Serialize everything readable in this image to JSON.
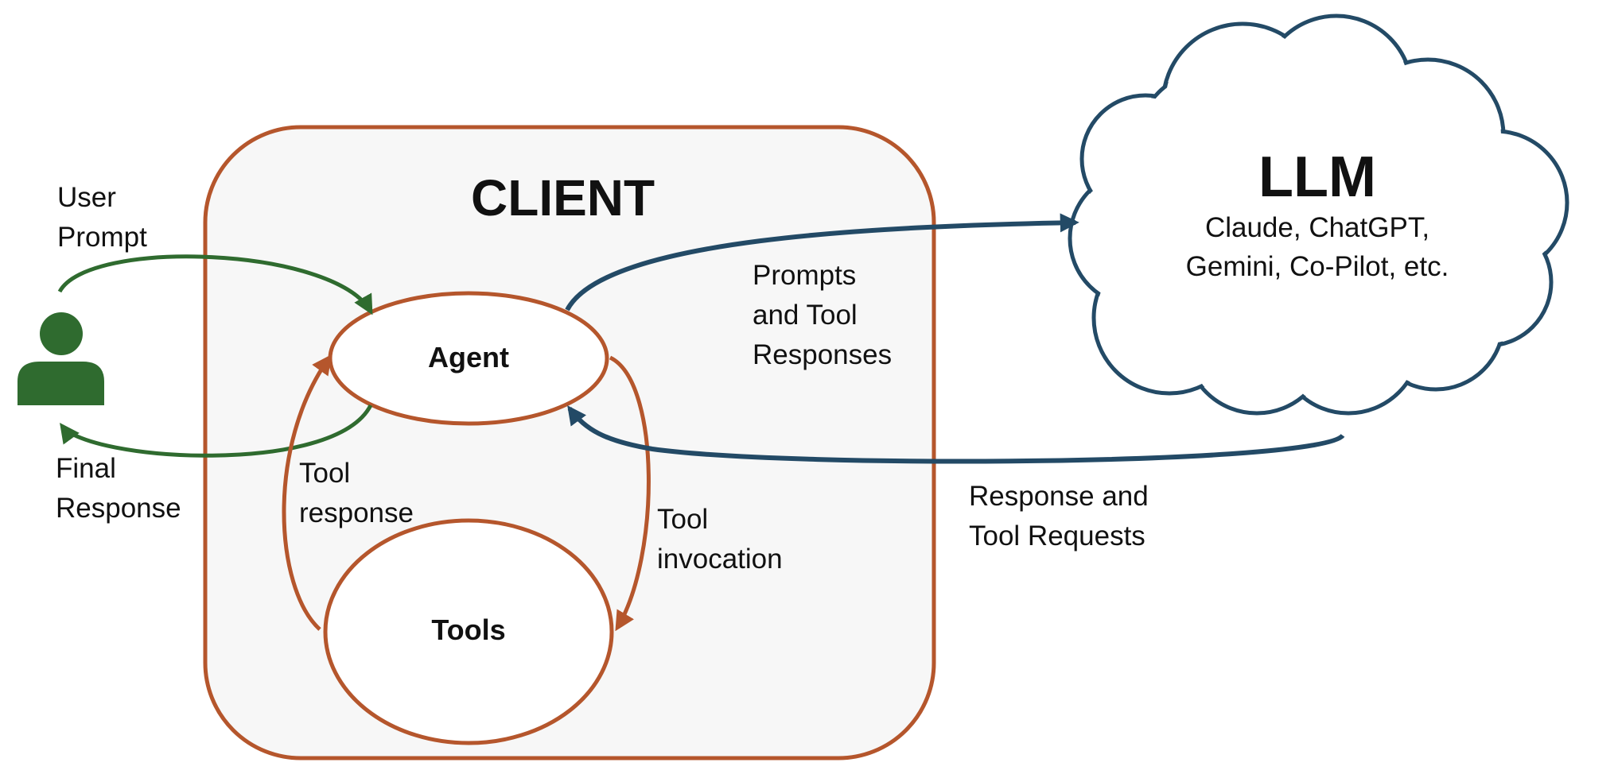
{
  "colors": {
    "client_border": "#b5562c",
    "client_fill": "#f7f7f7",
    "llm_stroke": "#234a66",
    "user_green": "#2f6b2f",
    "tool_arrow": "#b5562c",
    "text": "#111111"
  },
  "icons": {
    "user": "person-icon",
    "llm": "cloud-icon"
  },
  "client": {
    "title": "CLIENT",
    "agent_label": "Agent",
    "tools_label": "Tools"
  },
  "llm": {
    "title": "LLM",
    "subtitle": "Claude, ChatGPT,\nGemini, Co-Pilot, etc."
  },
  "edges": {
    "user_prompt": "User\nPrompt",
    "final_response": "Final\nResponse",
    "tool_response": "Tool\nresponse",
    "tool_invocation": "Tool\ninvocation",
    "prompts_and_tool_responses": "Prompts\nand Tool\nResponses",
    "response_and_tool_requests": "Response and\nTool Requests"
  }
}
